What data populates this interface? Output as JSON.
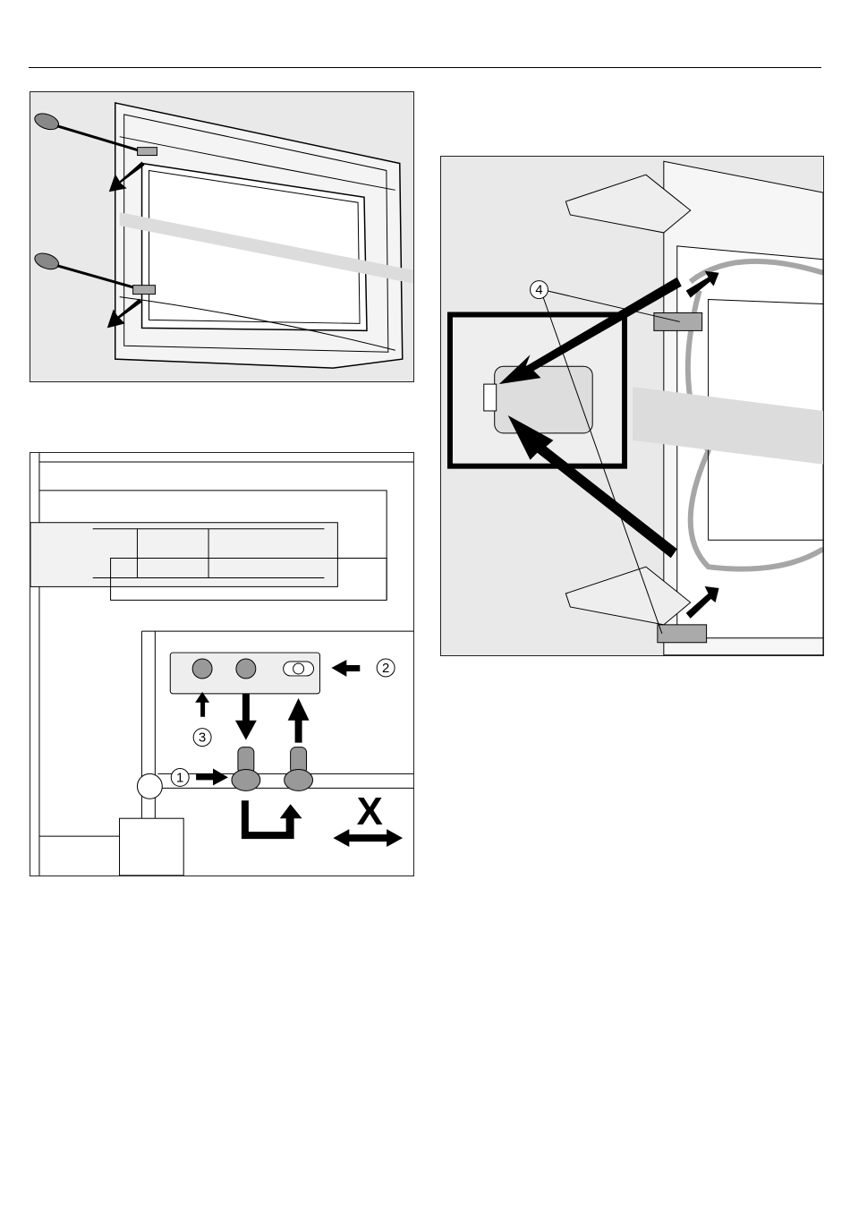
{
  "figures": {
    "door_removal": {
      "arrow_color": "#000000"
    },
    "hinge_adjustment": {
      "callouts": {
        "one": "1",
        "two": "2",
        "three": "3"
      },
      "axis_label": "X"
    },
    "hinge_clips": {
      "callouts": {
        "four": "4"
      }
    }
  },
  "colors": {
    "figure_bg": "#e9e9e9",
    "part_grey": "#9a9a9a",
    "line": "#000000"
  }
}
